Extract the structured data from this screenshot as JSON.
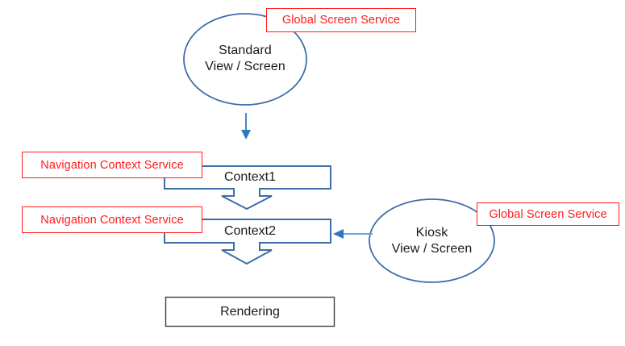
{
  "diagram": {
    "type": "flow-diagram",
    "background_color": "#ffffff",
    "palette": {
      "shape_stroke_blue": "#3d6ea8",
      "arrow_blue": "#4a86c8",
      "annotation_red": "#ff1a1a",
      "rendering_stroke": "#3f3f3f",
      "text_color": "#1a1a1a"
    },
    "nodes": {
      "standard_view": {
        "shape": "ellipse",
        "label": "Standard\nView / Screen"
      },
      "kiosk_view": {
        "shape": "ellipse",
        "label": "Kiosk\nView / Screen"
      },
      "context1": {
        "shape": "down-block-arrow",
        "label": "Context1"
      },
      "context2": {
        "shape": "down-block-arrow",
        "label": "Context2"
      },
      "rendering": {
        "shape": "rectangle",
        "label": "Rendering"
      }
    },
    "annotations": {
      "standard_service": "Global Screen Service",
      "context1_service": "Navigation Context Service",
      "context2_service": "Navigation Context Service",
      "kiosk_service": "Global Screen Service"
    },
    "connectors": [
      {
        "name": "standard-to-context1",
        "from": "standard_view",
        "to": "context1",
        "direction": "down",
        "style": "solid-arrow"
      },
      {
        "name": "kiosk-to-context2",
        "from": "kiosk_view",
        "to": "context2",
        "direction": "left",
        "style": "solid-arrow"
      },
      {
        "name": "context1-to-context2",
        "from": "context1",
        "to": "context2",
        "direction": "down",
        "style": "block-arrow-head"
      },
      {
        "name": "context2-to-rendering",
        "from": "context2",
        "to": "rendering",
        "direction": "down",
        "style": "block-arrow-head"
      }
    ]
  }
}
